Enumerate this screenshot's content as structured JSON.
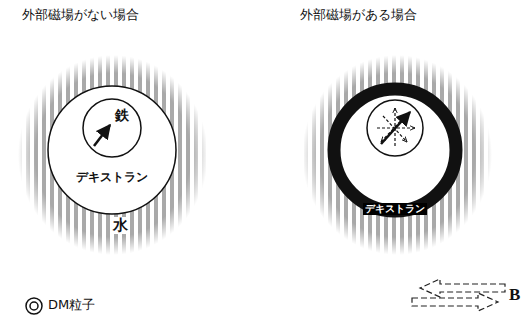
{
  "diagram": {
    "nodes": [
      {
        "text": [
          "水"
        ]
      },
      {
        "text": [
          "デキストラン"
        ],
        "in": 0
      },
      {
        "text": [
          "鉄"
        ],
        "in": 1
      },
      {
        "text": [
          "デキストラン"
        ]
      }
    ],
    "labels": [
      "外部磁場がない場合",
      "外部磁場がある場合",
      "B"
    ],
    "legend": [
      {
        "text": "DM粒子"
      }
    ]
  }
}
